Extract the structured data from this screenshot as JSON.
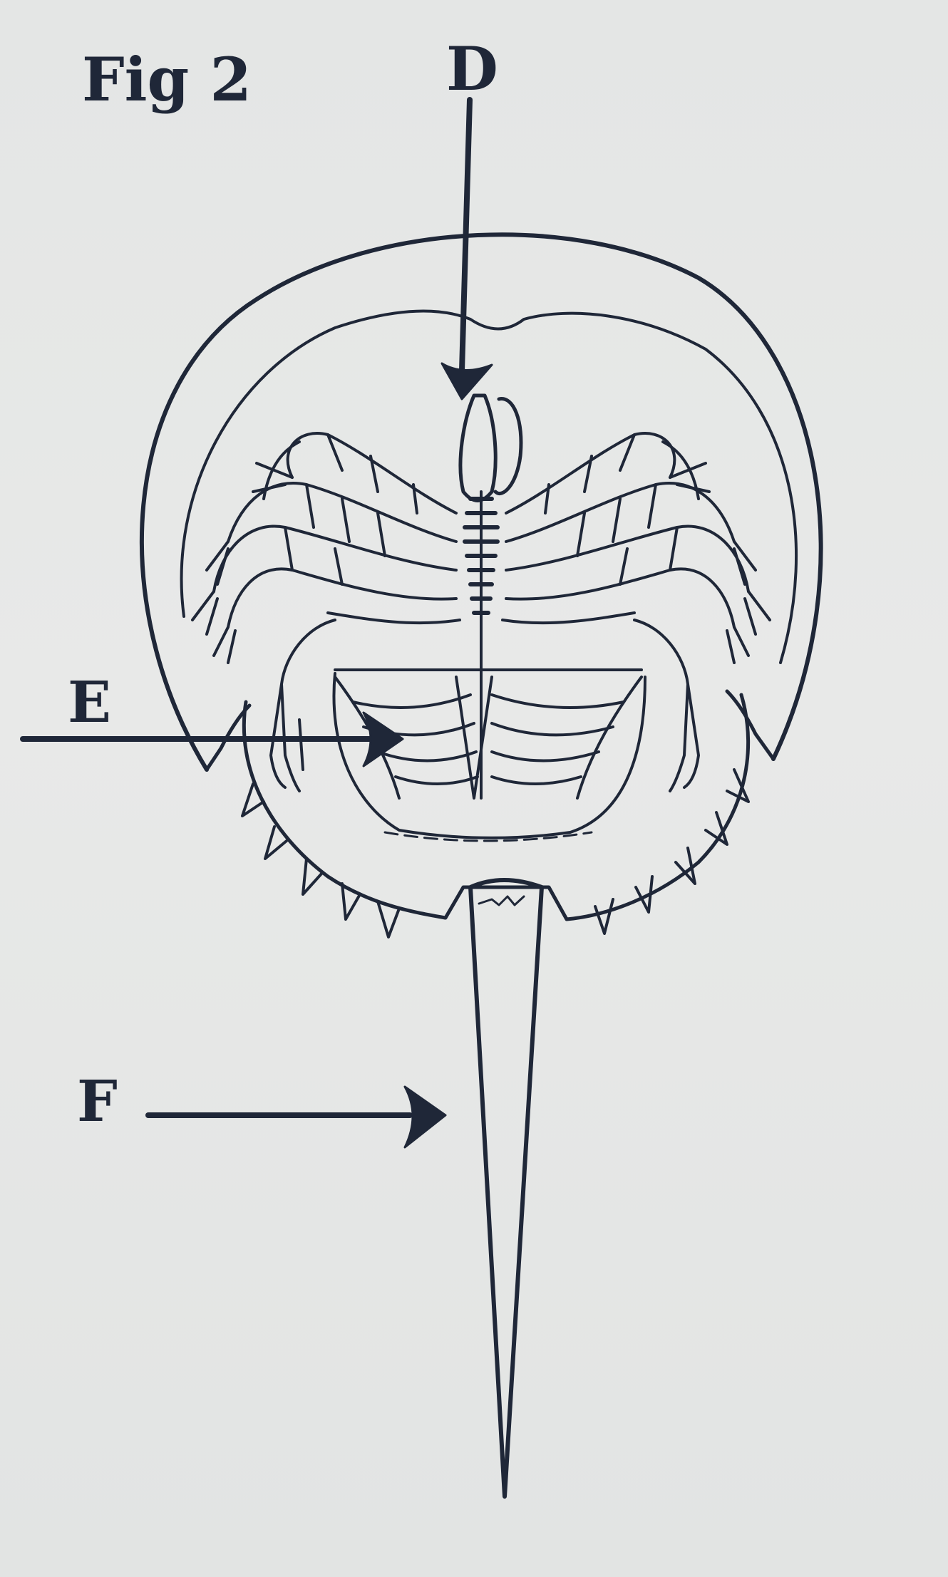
{
  "figure": {
    "title": "Fig 2",
    "ink_color": "#1f2738",
    "paper_color": "#e6e7e6"
  },
  "labels": {
    "d": "D",
    "e": "E",
    "f": "F"
  }
}
